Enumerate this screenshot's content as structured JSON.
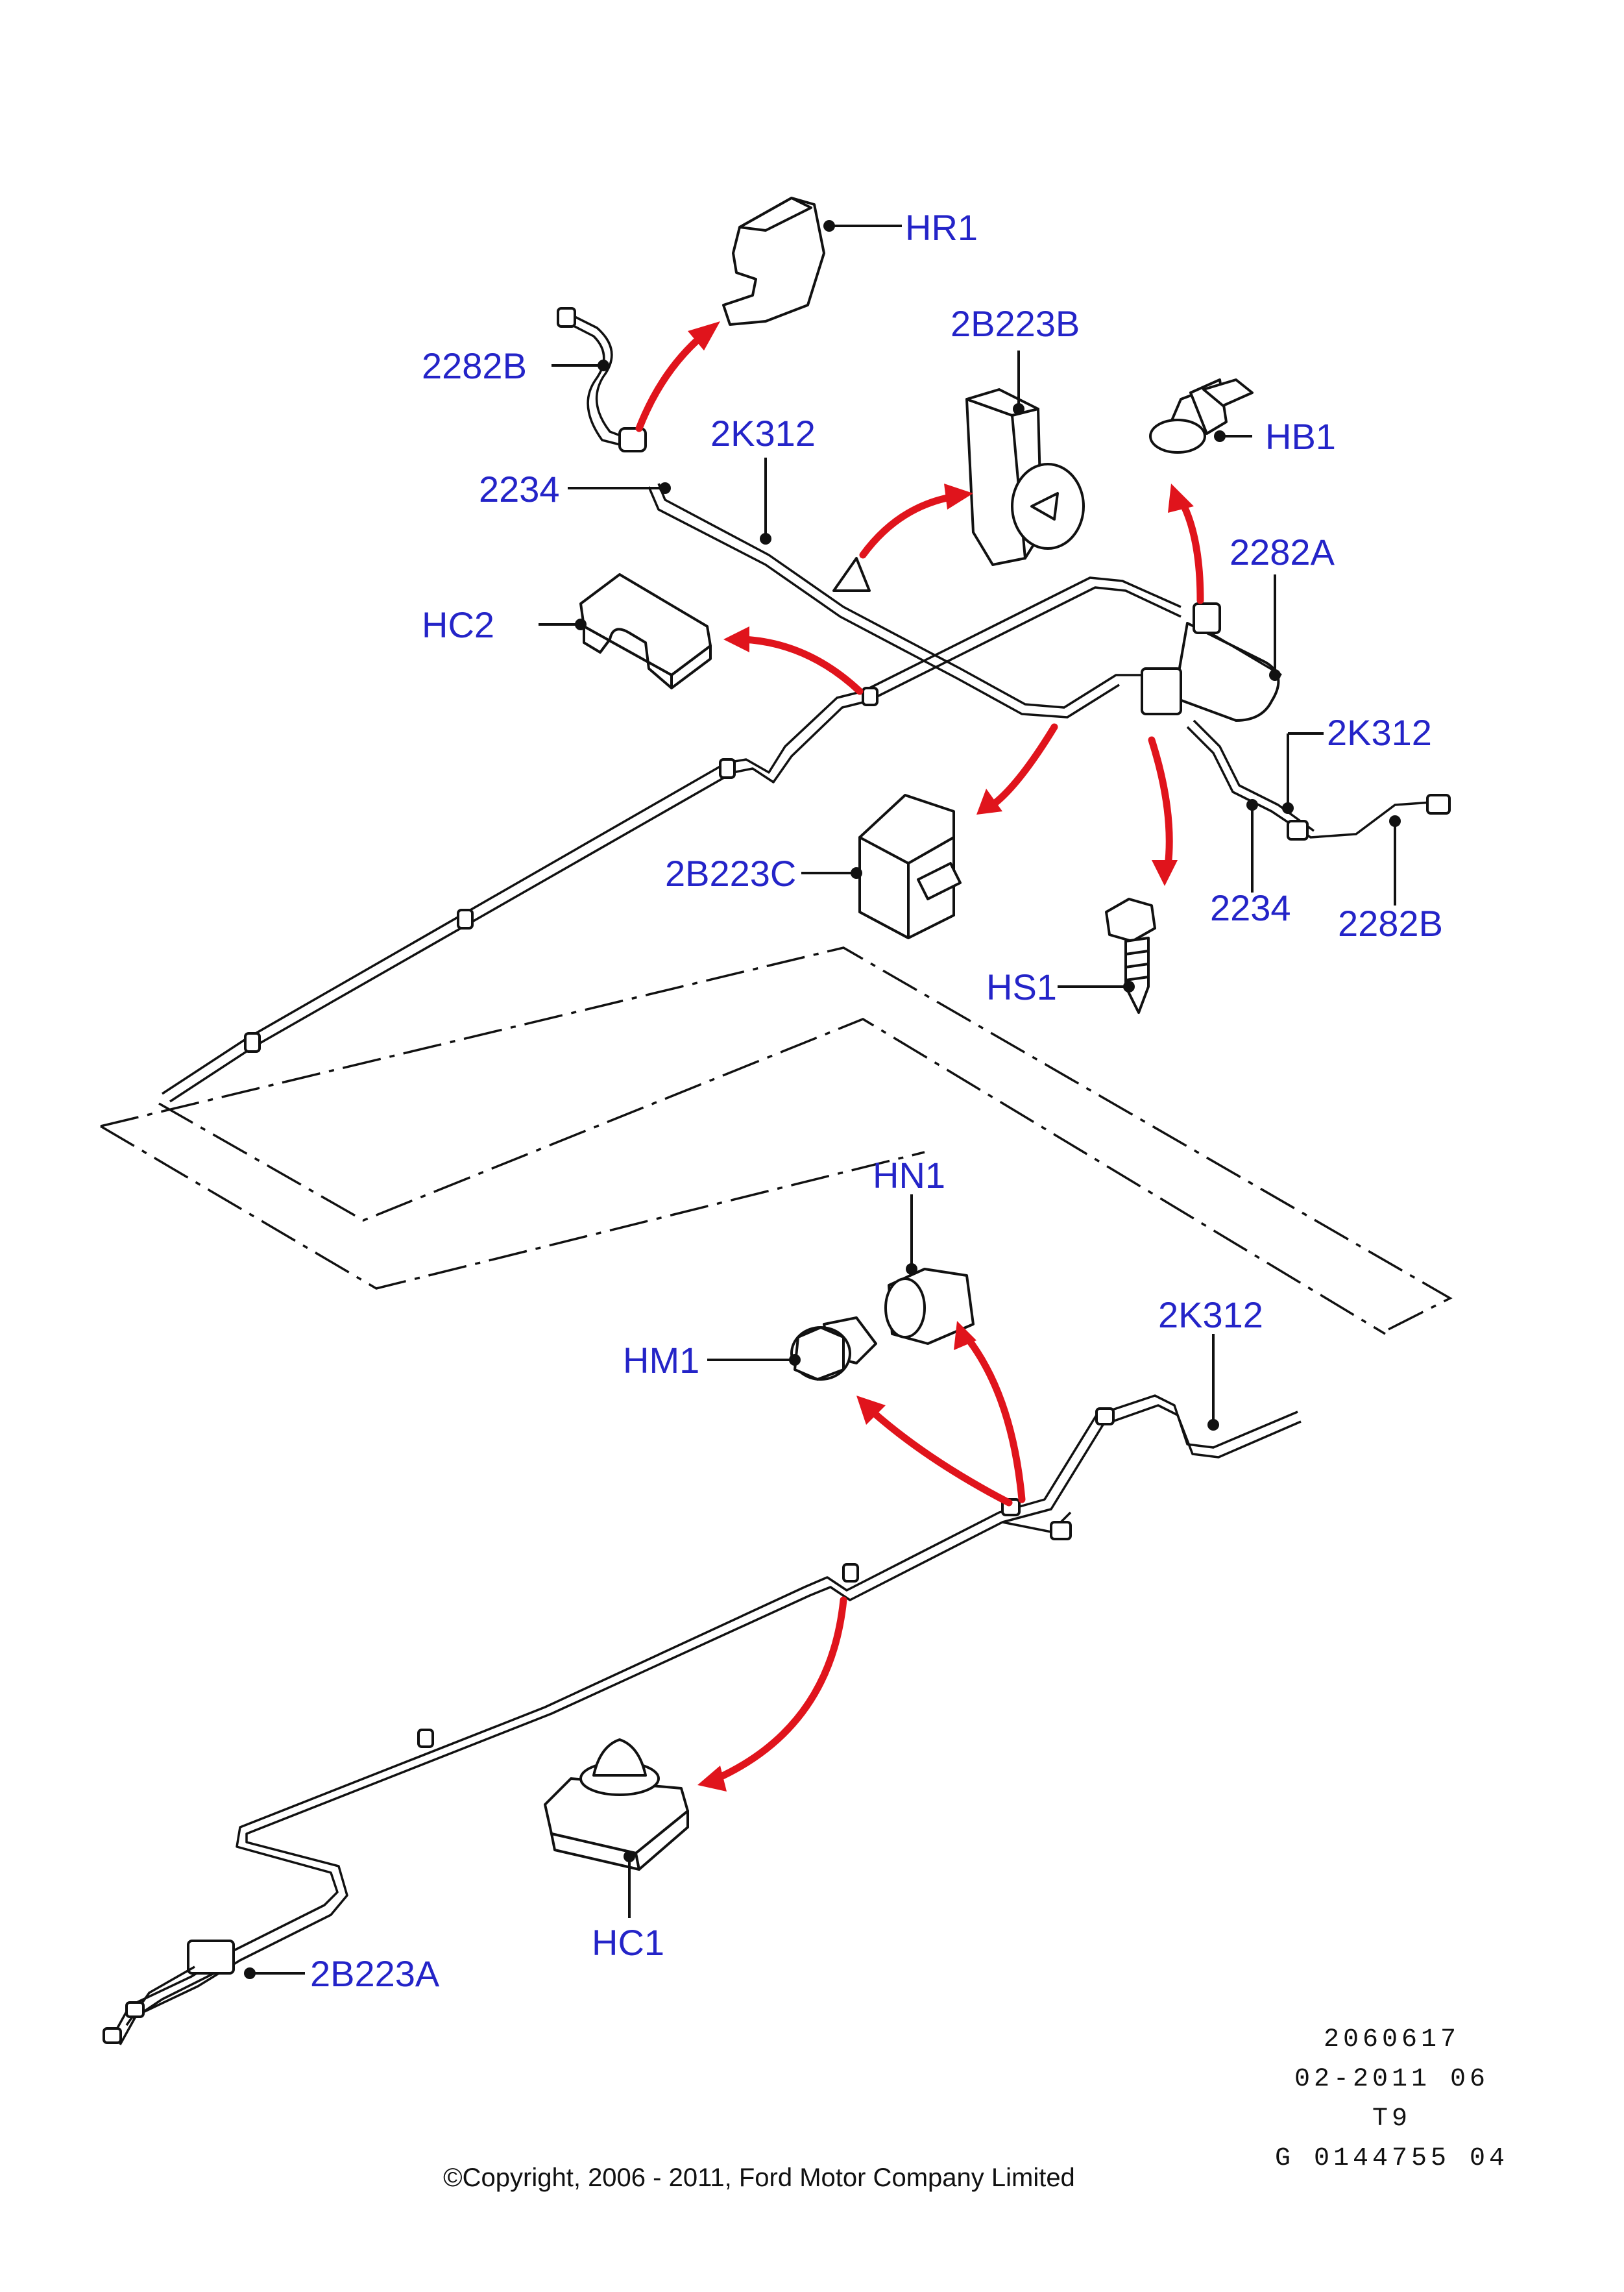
{
  "callouts": {
    "hr1": "HR1",
    "b2282_top": "2282B",
    "b2223_b": "2B223B",
    "k312_top": "2K312",
    "hb1": "HB1",
    "p2234_top": "2234",
    "a2282": "2282A",
    "hc2": "HC2",
    "k312_mid": "2K312",
    "b2223_c": "2B223C",
    "p2234_mid": "2234",
    "b2282_mid": "2282B",
    "hs1": "HS1",
    "hn1": "HN1",
    "hm1": "HM1",
    "k312_low": "2K312",
    "hc1": "HC1",
    "b2223_a": "2B223A"
  },
  "meta": {
    "line1": "2060617",
    "line2": "02-2011 06",
    "line3": "T9",
    "line4": "G 0144755 04"
  },
  "copyright": "©Copyright, 2006 - 2011, Ford Motor Company Limited",
  "colors": {
    "callout_text": "#2424c8",
    "arrow": "#e0141c",
    "line": "#111111"
  }
}
